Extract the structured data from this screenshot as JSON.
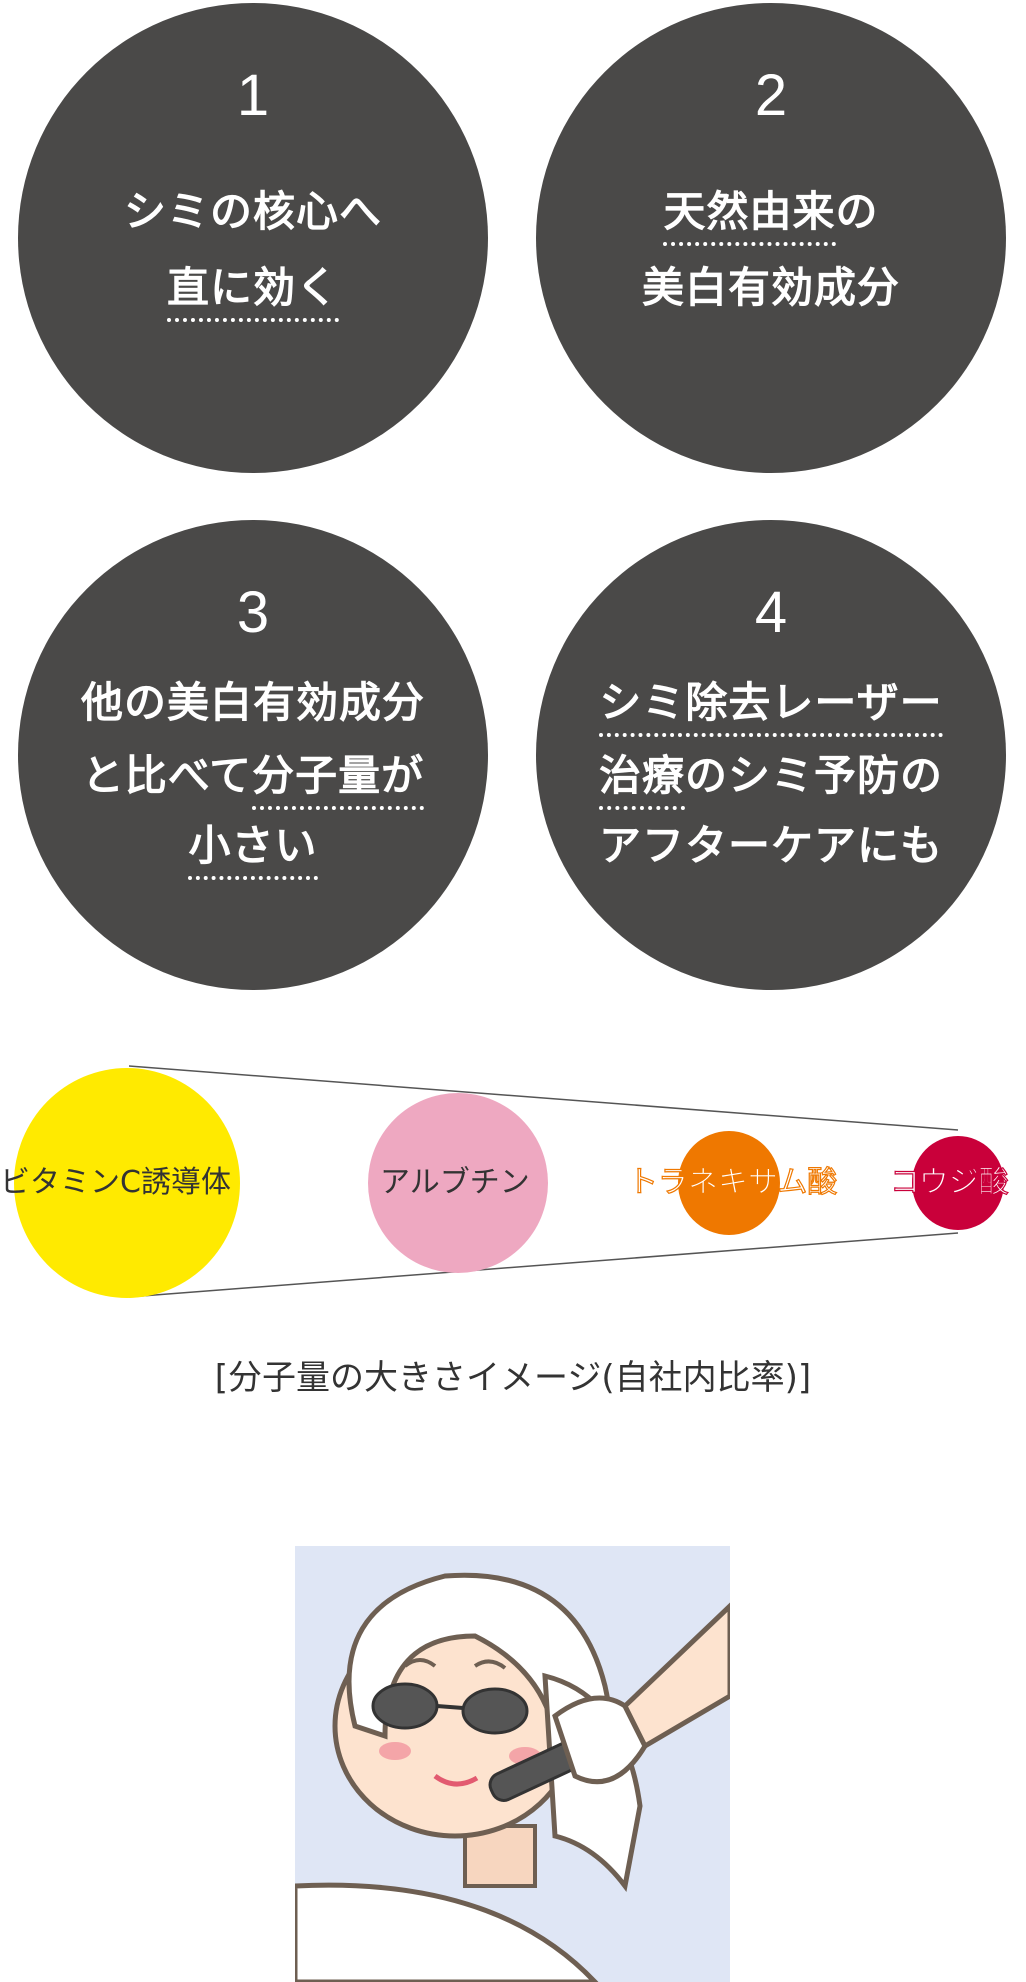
{
  "features": [
    {
      "number": "1",
      "lines": [
        {
          "pre": "シミの核心へ",
          "u": "",
          "post": ""
        },
        {
          "pre": "",
          "u": "直に効く",
          "post": ""
        }
      ]
    },
    {
      "number": "2",
      "lines": [
        {
          "pre": "",
          "u": "天然由来",
          "post": "の"
        },
        {
          "pre": "美白有効成分",
          "u": "",
          "post": ""
        }
      ]
    },
    {
      "number": "3",
      "lines": [
        {
          "pre": "他の美白有効成分",
          "u": "",
          "post": ""
        },
        {
          "pre": "と比べて",
          "u": "分子量が",
          "post": ""
        },
        {
          "pre": "",
          "u": "小さい",
          "post": ""
        }
      ]
    },
    {
      "number": "4",
      "lines": [
        {
          "pre": "",
          "u": "シミ除去レーザー",
          "post": ""
        },
        {
          "pre": "",
          "u": "治療",
          "post": "のシミ予防の"
        },
        {
          "pre": "アフターケアにも",
          "u": "",
          "post": ""
        }
      ]
    }
  ],
  "molecules": [
    {
      "label": "ビタミンC誘導体",
      "color": "#ffea00"
    },
    {
      "label": "アルブチン",
      "color": "#eea8c1"
    },
    {
      "label": "トラネキサム酸",
      "color": "#ef7800"
    },
    {
      "label": "コウジ酸",
      "color": "#c9003a"
    }
  ],
  "caption": "[分子量の大きさイメージ(自社内比率)]",
  "colors": {
    "circle_bg": "#4a4948",
    "illustration_bg": "#dfe6f5"
  }
}
